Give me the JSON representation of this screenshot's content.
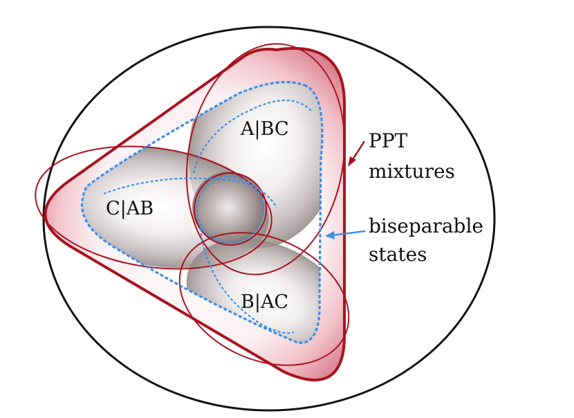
{
  "diagram": {
    "regions": {
      "a_bc": "A|BC",
      "c_ab": "C|AB",
      "b_ac": "B|AC"
    },
    "ppt_label": {
      "line1": "PPT",
      "line2": "mixtures"
    },
    "bisep_label": {
      "line1": "biseparable",
      "line2": "states"
    },
    "colors": {
      "outer_ellipse": "#111111",
      "ppt_boundary": "#a8121e",
      "biseparable_boundary": "#3a8ee6",
      "region_fill": "#8f8584",
      "background": "#ffffff"
    }
  }
}
